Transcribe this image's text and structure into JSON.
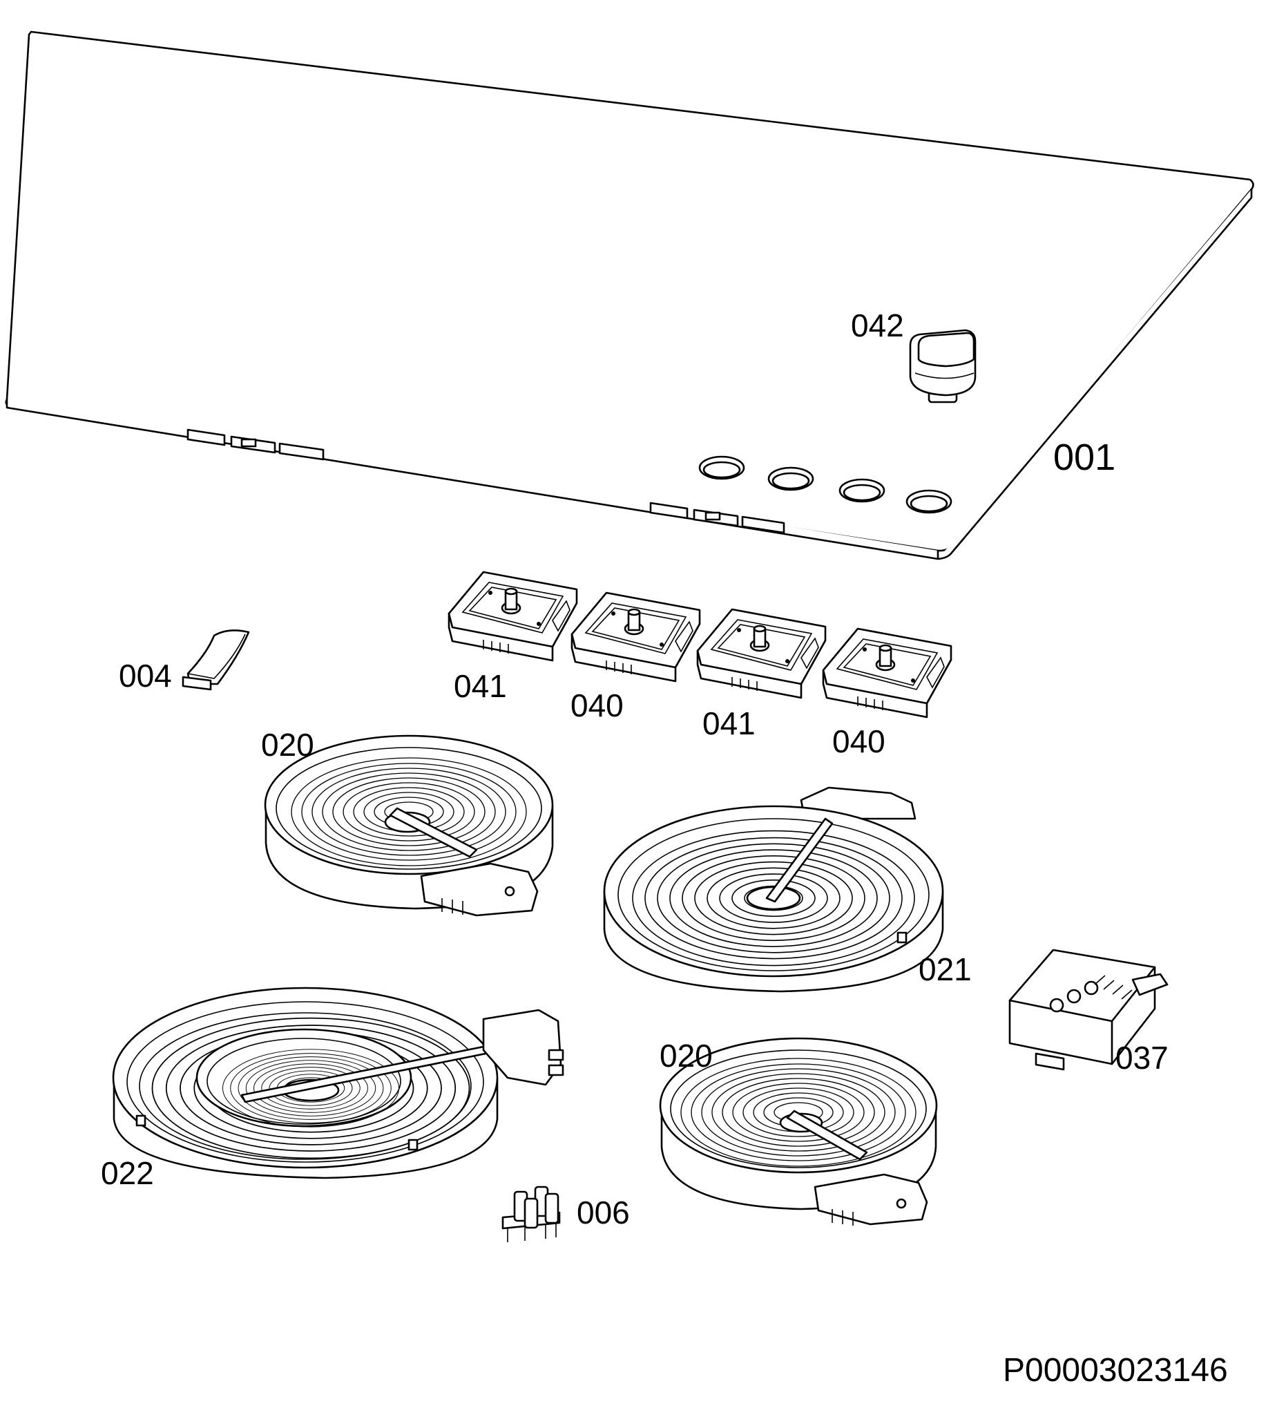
{
  "diagram_id": "P00003023146",
  "parts": [
    {
      "key": "glass_top",
      "label": "001",
      "name": "glass ceramic hob top"
    },
    {
      "key": "knob",
      "label": "042",
      "name": "control knob"
    },
    {
      "key": "clip",
      "label": "004",
      "name": "clip"
    },
    {
      "key": "regulator_1",
      "label": "041",
      "name": "energy regulator"
    },
    {
      "key": "regulator_2",
      "label": "040",
      "name": "energy regulator"
    },
    {
      "key": "regulator_3",
      "label": "041",
      "name": "energy regulator"
    },
    {
      "key": "regulator_4",
      "label": "040",
      "name": "energy regulator"
    },
    {
      "key": "heating_element_top_left",
      "label": "020",
      "name": "radiant heating element"
    },
    {
      "key": "heating_element_large",
      "label": "021",
      "name": "radiant heating element"
    },
    {
      "key": "heating_element_dual",
      "label": "022",
      "name": "dual-circuit heating element"
    },
    {
      "key": "heating_element_bottom",
      "label": "020",
      "name": "radiant heating element"
    },
    {
      "key": "terminal_block",
      "label": "037",
      "name": "terminal block"
    },
    {
      "key": "indicator_lamp",
      "label": "006",
      "name": "connector"
    }
  ]
}
